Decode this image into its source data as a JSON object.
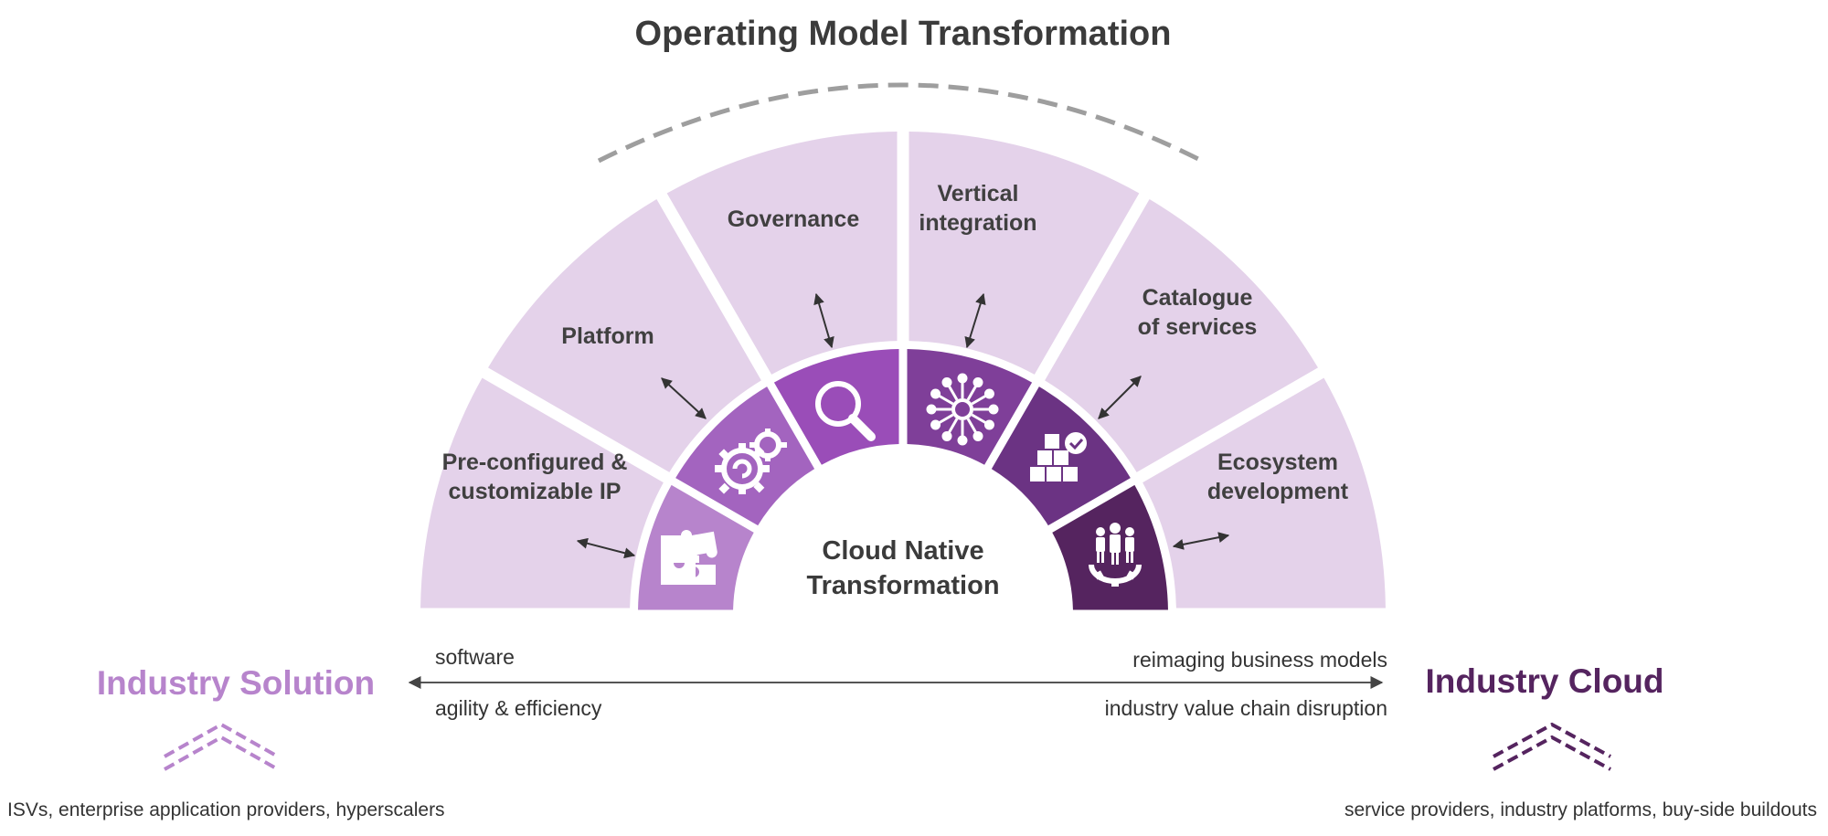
{
  "title": "Operating Model Transformation",
  "center": {
    "line1": "Cloud Native",
    "line2": "Transformation"
  },
  "segments": [
    {
      "lines": [
        "Pre-configured &",
        "customizable IP"
      ],
      "icon": "puzzle-icon",
      "color": "#b784cc"
    },
    {
      "lines": [
        "Platform"
      ],
      "icon": "gears-icon",
      "color": "#a364bf"
    },
    {
      "lines": [
        "Governance"
      ],
      "icon": "magnifier-icon",
      "color": "#9a4db8"
    },
    {
      "lines": [
        "Vertical",
        "integration"
      ],
      "icon": "network-hub-icon",
      "color": "#7f3f99"
    },
    {
      "lines": [
        "Catalogue",
        "of services"
      ],
      "icon": "boxes-check-icon",
      "color": "#6b3383"
    },
    {
      "lines": [
        "Ecosystem",
        "development"
      ],
      "icon": "team-gear-icon",
      "color": "#55245f"
    }
  ],
  "colors": {
    "outer_band": "#e4d2ea",
    "title": "#3b3b3b",
    "label": "#404040",
    "left_accent": "#b784cc",
    "right_accent": "#55245f"
  },
  "left": {
    "heading": "Industry Solution",
    "caption": "ISVs, enterprise application providers, hyperscalers",
    "top_label": "software",
    "bottom_label": "agility & efficiency"
  },
  "right": {
    "heading": "Industry Cloud",
    "caption": "service providers, industry platforms, buy-side buildouts",
    "top_label": "reimaging business models",
    "bottom_label": "industry value chain disruption"
  }
}
